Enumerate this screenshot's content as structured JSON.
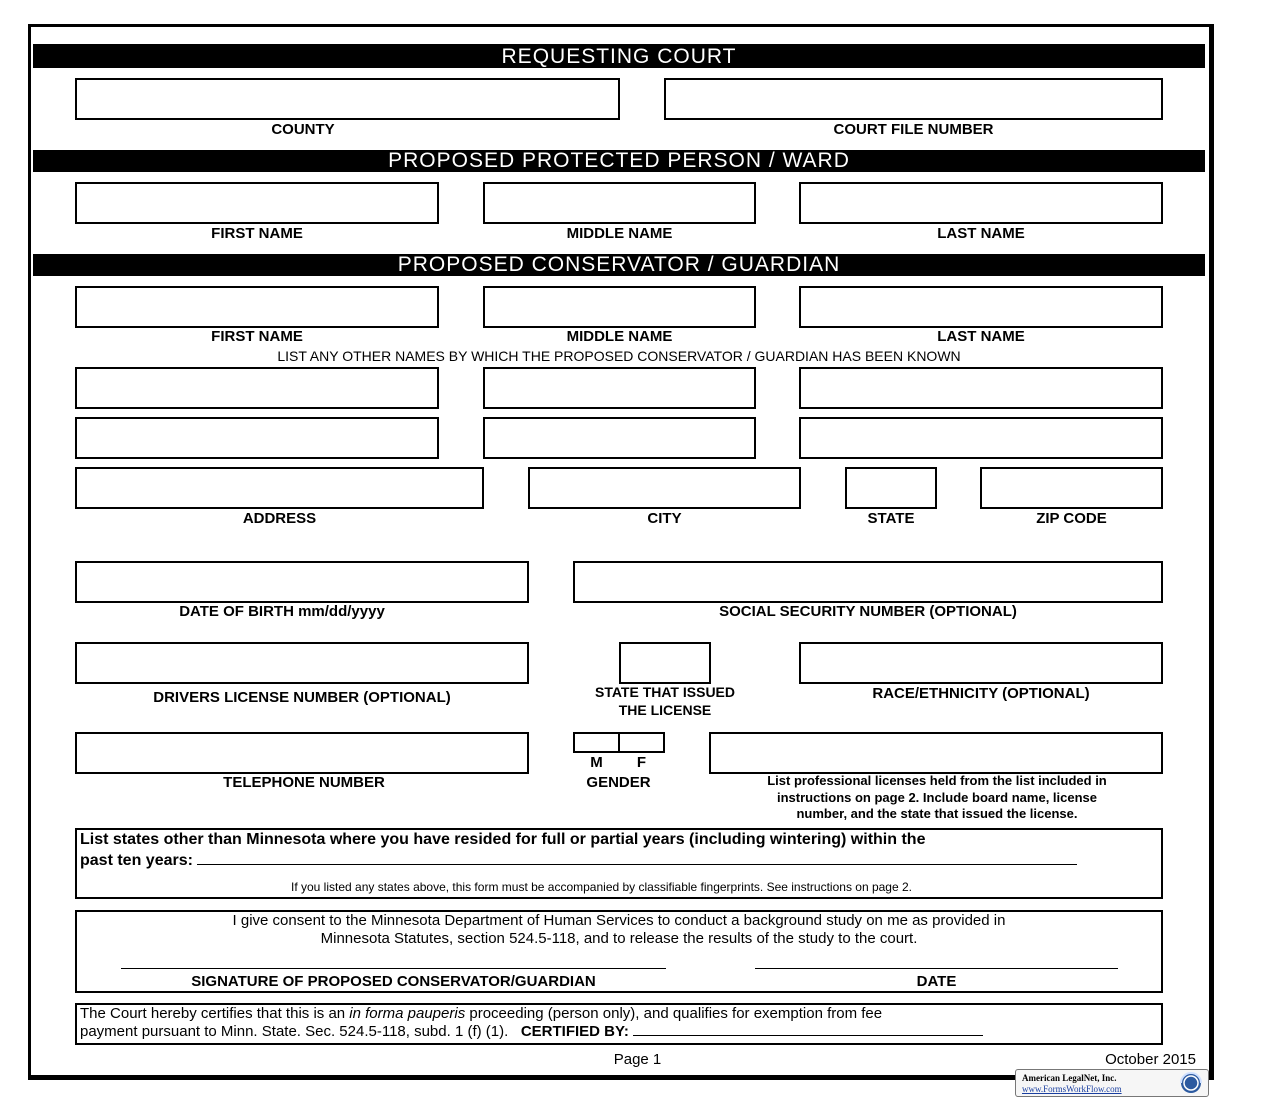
{
  "sections": {
    "requesting_court": "REQUESTING COURT",
    "ward": "PROPOSED PROTECTED PERSON / WARD",
    "conservator": "PROPOSED CONSERVATOR / GUARDIAN"
  },
  "court": {
    "county_label": "COUNTY",
    "county_value": "",
    "file_number_label": "COURT FILE NUMBER",
    "file_number_value": ""
  },
  "ward": {
    "first_label": "FIRST NAME",
    "middle_label": "MIDDLE NAME",
    "last_label": "LAST NAME",
    "first_value": "",
    "middle_value": "",
    "last_value": ""
  },
  "conservator": {
    "first_label": "FIRST NAME",
    "middle_label": "MIDDLE NAME",
    "last_label": "LAST NAME",
    "first_value": "",
    "middle_value": "",
    "last_value": "",
    "other_names_label": "LIST ANY OTHER NAMES BY WHICH THE PROPOSED CONSERVATOR / GUARDIAN HAS BEEN KNOWN",
    "address_label": "ADDRESS",
    "city_label": "CITY",
    "state_label": "STATE",
    "zip_label": "ZIP CODE",
    "dob_label": "DATE OF BIRTH mm/dd/yyyy",
    "ssn_label": "SOCIAL SECURITY NUMBER (OPTIONAL)",
    "dl_label": "DRIVERS LICENSE NUMBER (OPTIONAL)",
    "dl_state_label_1": "STATE THAT ISSUED",
    "dl_state_label_2": "THE LICENSE",
    "race_label": "RACE/ETHNICITY (OPTIONAL)",
    "phone_label": "TELEPHONE NUMBER",
    "gender_m": "M",
    "gender_f": "F",
    "gender_label": "GENDER",
    "licenses_note_1": "List professional licenses held from the list included in",
    "licenses_note_2": "instructions on page 2. Include board name, license",
    "licenses_note_3": "number, and the state that issued the license."
  },
  "residence": {
    "question_1": "List states other than Minnesota where you have resided for full or partial years (including wintering) within the",
    "question_2": "past ten years:",
    "note": "If you listed any states above, this form must be accompanied by classifiable fingerprints. See instructions on page 2."
  },
  "consent": {
    "line_1": "I give consent to the Minnesota Department of Human Services to conduct a background study on me as  provided in",
    "line_2": "Minnesota Statutes, section 524.5-118, and to release the results of the study to the court.",
    "signature_label": "SIGNATURE OF PROPOSED CONSERVATOR/GUARDIAN",
    "date_label": "DATE"
  },
  "certify": {
    "line_1_a": "The Court hereby certifies that this is an ",
    "line_1_italic": "in forma pauperis",
    "line_1_b": "  proceeding (person only), and qualifies for exemption from fee",
    "line_2": "payment pursuant to Minn. State. Sec. 524.5-118, subd. 1 (f) (1).",
    "certified_by": "CERTIFIED BY:"
  },
  "footer": {
    "page": "Page 1",
    "date": "October 2015",
    "logo_name": "American LegalNet, Inc.",
    "logo_url": "www.FormsWorkFlow.com"
  }
}
